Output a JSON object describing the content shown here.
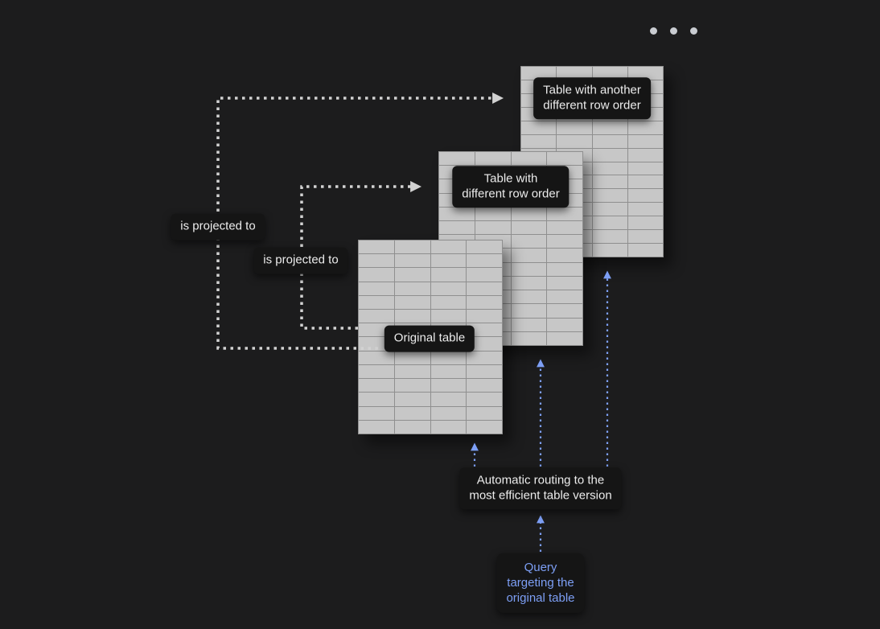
{
  "diagram": {
    "pagination_dots": 3,
    "tables": {
      "original": {
        "label": "Original table",
        "rows": 14,
        "cols": 4
      },
      "reordered1": {
        "label": "Table with\ndifferent row order",
        "rows": 14,
        "cols": 4
      },
      "reordered2": {
        "label": "Table with another\ndifferent row order",
        "rows": 14,
        "cols": 4
      }
    },
    "projections": {
      "to_reordered1": "is projected to",
      "to_reordered2": "is projected to"
    },
    "routing_label": "Automatic routing to the\nmost efficient table version",
    "query_label": "Query\ntargeting the\noriginal table",
    "colors": {
      "background": "#1c1c1d",
      "table_fill": "#c7c7c7",
      "table_line": "#8f8f8f",
      "badge_bg": "#151515",
      "badge_text": "#ececec",
      "arrow_gray": "#d2d2d2",
      "arrow_blue": "#7d9ff5",
      "dot_color": "#c9ccd1"
    }
  }
}
